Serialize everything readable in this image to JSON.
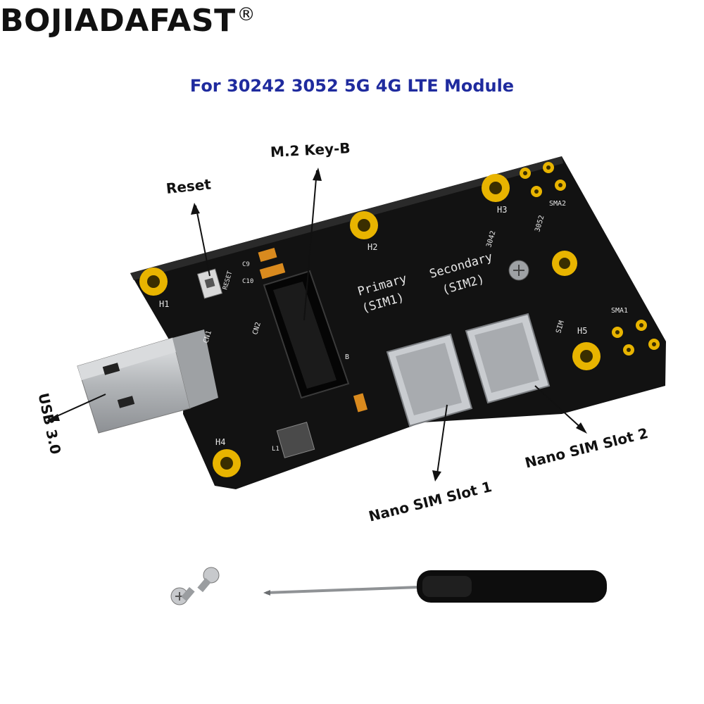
{
  "brand": {
    "name": "BOJIADAFAST",
    "mark": "®"
  },
  "subtitle": "For 30242 3052 5G 4G LTE Module",
  "callouts": {
    "mkey": "M.2 Key-B",
    "reset": "Reset",
    "usb": "USB 3.0",
    "sim1": "Nano SIM Slot 1",
    "sim2": "Nano SIM Slot 2"
  },
  "silkscreen": {
    "primary": "Primary",
    "primary_sim": "(SIM1)",
    "secondary": "Secondary",
    "secondary_sim": "(SIM2)",
    "h1": "H1",
    "h2": "H2",
    "h3": "H3",
    "h4": "H4",
    "h5": "H5",
    "sma1": "SMA1",
    "sma2": "SMA2",
    "cn1": "CN1",
    "cn2": "CN2",
    "n3042": "3042",
    "n3052": "3052",
    "reset": "RESET",
    "sim": "SIM",
    "c9": "C9",
    "c10": "C10",
    "l1": "L1",
    "b": "B"
  },
  "colors": {
    "pcb": "#111111",
    "pad": "#e8b400",
    "title": "#1f2b9e",
    "metal": "#b9bcbf"
  }
}
